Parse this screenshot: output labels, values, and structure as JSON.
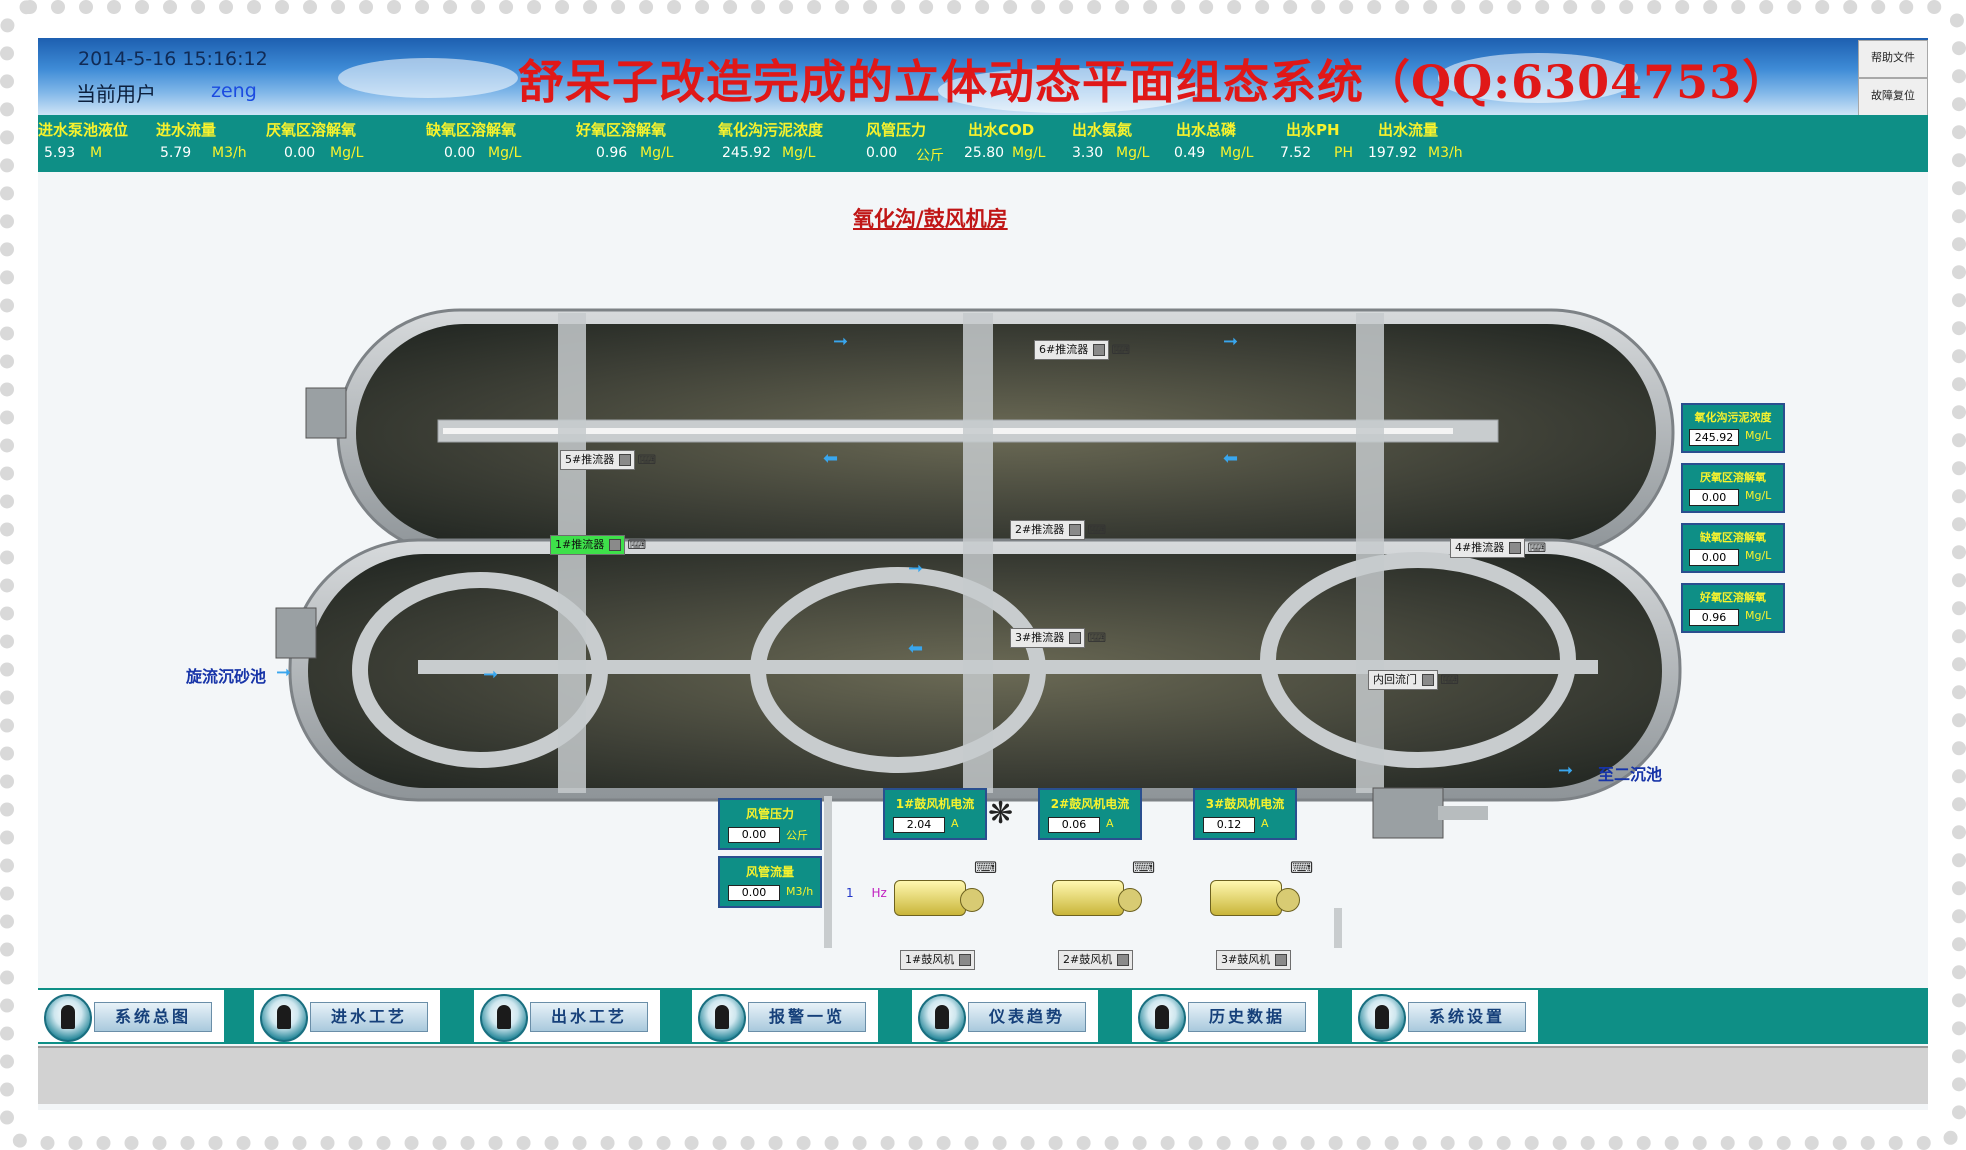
{
  "header": {
    "datetime": "2014-5-16 15:16:12",
    "user_label": "当前用户",
    "user_name": "zeng",
    "title": "舒呆子改造完成的立体动态平面组态系统（QQ:6304753）",
    "help_button": "帮助文件",
    "fault_reset_button": "故障复位"
  },
  "metrics": [
    {
      "name": "进水泵池液位",
      "value": "5.93",
      "unit": "M"
    },
    {
      "name": "进水流量",
      "value": "5.79",
      "unit": "M3/h"
    },
    {
      "name": "厌氧区溶解氧",
      "value": "0.00",
      "unit": "Mg/L"
    },
    {
      "name": "缺氧区溶解氧",
      "value": "0.00",
      "unit": "Mg/L"
    },
    {
      "name": "好氧区溶解氧",
      "value": "0.96",
      "unit": "Mg/L"
    },
    {
      "name": "氧化沟污泥浓度",
      "value": "245.92",
      "unit": "Mg/L"
    },
    {
      "name": "风管压力",
      "value": "0.00",
      "unit": "公斤"
    },
    {
      "name": "出水COD",
      "value": "25.80",
      "unit": "Mg/L"
    },
    {
      "name": "出水氨氮",
      "value": "3.30",
      "unit": "Mg/L"
    },
    {
      "name": "出水总磷",
      "value": "0.49",
      "unit": "Mg/L"
    },
    {
      "name": "出水PH",
      "value": "7.52",
      "unit": "PH"
    },
    {
      "name": "出水流量",
      "value": "197.92",
      "unit": "M3/h"
    }
  ],
  "section_title": "氧化沟/鼓风机房",
  "mixers": [
    {
      "label": "6#推流器",
      "state": "off"
    },
    {
      "label": "5#推流器",
      "state": "off"
    },
    {
      "label": "1#推流器",
      "state": "on"
    },
    {
      "label": "2#推流器",
      "state": "off"
    },
    {
      "label": "3#推流器",
      "state": "off"
    },
    {
      "label": "4#推流器",
      "state": "off"
    },
    {
      "label": "内回流门",
      "state": "off"
    }
  ],
  "flow_labels": {
    "inlet": "旋流沉砂池",
    "outlet": "至二沉池"
  },
  "side_readouts": [
    {
      "name": "氧化沟污泥浓度",
      "value": "245.92",
      "unit": "Mg/L"
    },
    {
      "name": "厌氧区溶解氧",
      "value": "0.00",
      "unit": "Mg/L"
    },
    {
      "name": "缺氧区溶解氧",
      "value": "0.00",
      "unit": "Mg/L"
    },
    {
      "name": "好氧区溶解氧",
      "value": "0.96",
      "unit": "Mg/L"
    }
  ],
  "air_readouts": [
    {
      "name": "风管压力",
      "value": "0.00",
      "unit": "公斤"
    },
    {
      "name": "风管流量",
      "value": "0.00",
      "unit": "M3/h"
    }
  ],
  "blower_currents": [
    {
      "name": "1#鼓风机电流",
      "value": "2.04",
      "unit": "A"
    },
    {
      "name": "2#鼓风机电流",
      "value": "0.06",
      "unit": "A"
    },
    {
      "name": "3#鼓风机电流",
      "value": "0.12",
      "unit": "A"
    }
  ],
  "frequency": {
    "value": "1",
    "unit": "Hz"
  },
  "blowers": [
    {
      "label": "1#鼓风机"
    },
    {
      "label": "2#鼓风机"
    },
    {
      "label": "3#鼓风机"
    }
  ],
  "nav": [
    {
      "label": "系统总图"
    },
    {
      "label": "进水工艺"
    },
    {
      "label": "出水工艺"
    },
    {
      "label": "报警一览"
    },
    {
      "label": "仪表趋势"
    },
    {
      "label": "历史数据"
    },
    {
      "label": "系统设置"
    }
  ],
  "colors": {
    "accent_teal": "#0e8f86",
    "value_yellow": "#f7f22d",
    "title_red": "#e01818",
    "mixer_on": "#3ee04a"
  }
}
